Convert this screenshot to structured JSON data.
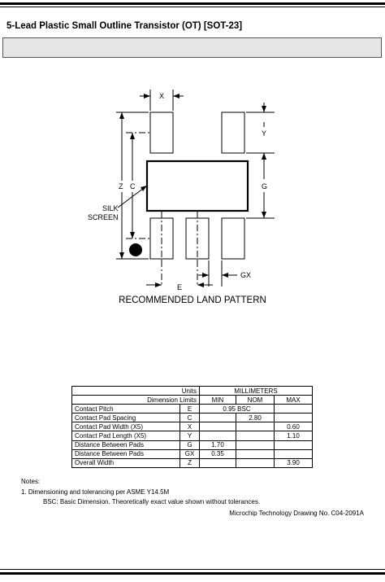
{
  "header": {
    "title": "5-Lead Plastic Small Outline Transistor (OT)  [SOT-23]"
  },
  "drawing": {
    "dim_x": "X",
    "dim_y": "Y",
    "dim_z": "Z",
    "dim_c": "C",
    "dim_g": "G",
    "dim_gx": "GX",
    "dim_e": "E",
    "silk_line1": "SILK",
    "silk_line2": "SCREEN",
    "caption": "RECOMMENDED LAND PATTERN"
  },
  "table": {
    "units_label": "Units",
    "units_value": "MILLIMETERS",
    "dim_limits_label": "Dimension Limits",
    "col_min": "MIN",
    "col_nom": "NOM",
    "col_max": "MAX",
    "rows": [
      {
        "name": "Contact Pitch",
        "symbol": "E",
        "min": "",
        "nom": "0.95 BSC",
        "max": ""
      },
      {
        "name": "Contact Pad Spacing",
        "symbol": "C",
        "min": "",
        "nom": "2.80",
        "max": ""
      },
      {
        "name": "Contact Pad Width (X5)",
        "symbol": "X",
        "min": "",
        "nom": "",
        "max": "0.60"
      },
      {
        "name": "Contact Pad Length (X5)",
        "symbol": "Y",
        "min": "",
        "nom": "",
        "max": "1.10"
      },
      {
        "name": "Distance Between Pads",
        "symbol": "G",
        "min": "1.70",
        "nom": "",
        "max": ""
      },
      {
        "name": "Distance Between Pads",
        "symbol": "GX",
        "min": "0.35",
        "nom": "",
        "max": ""
      },
      {
        "name": "Overall Width",
        "symbol": "Z",
        "min": "",
        "nom": "",
        "max": "3.90"
      }
    ]
  },
  "notes": {
    "heading": "Notes:",
    "note1": "1. Dimensioning and tolerancing per ASME Y14.5M",
    "note2": "BSC: Basic Dimension. Theoretically exact value shown without tolerances.",
    "drawing_no": "Microchip Technology Drawing No. C04-2091A"
  }
}
